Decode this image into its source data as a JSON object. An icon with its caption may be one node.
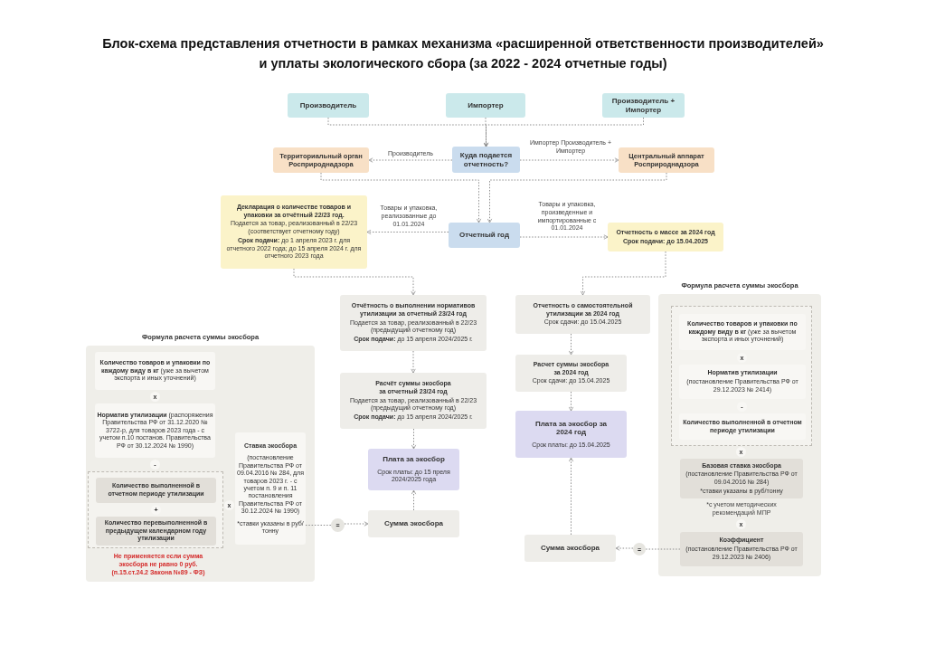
{
  "diagram": {
    "title": "Блок-схема представления отчетности в рамках механизма «расширенной ответственности производителей» и уплаты экологического сбора (за 2022 - 2024 отчетные годы)",
    "nodes": [
      {
        "text": [
          "Производитель"
        ]
      },
      {
        "text": [
          "Импортер"
        ]
      },
      {
        "text": [
          "Производитель + Импортер"
        ]
      },
      {
        "text": [
          "Территориальный орган Росприроднадзора"
        ]
      },
      {
        "text": [
          "Куда подается отчетность?"
        ]
      },
      {
        "text": [
          "Центральный аппарат Росприроднадзора"
        ]
      },
      {
        "text": [
          "Декларация о количестве товаров и упаковки за отчётный 22/23 год.",
          "Подается за товар, реализованный в 22/23 (соответствует отчетному году)",
          "**Срок подачи:** до 1 апреля 2023 г. для отчетного 2022 года; до 15 апреля 2024 г. для отчетного 2023 года"
        ]
      },
      {
        "text": [
          "Отчетный год"
        ]
      },
      {
        "text": [
          "Отчетность о массе за 2024 год",
          "Срок подачи: до 15.04.2025"
        ]
      },
      {
        "text": [
          "Отчётность о выполнении нормативов утилизации за отчетный 23/24 год",
          "Подается за товар, реализованный в 22/23 (предыдущий отчетному год)",
          "**Срок подачи:** до 15 апреля 2024/2025 г."
        ]
      },
      {
        "text": [
          "Отчетность о самостоятельной утилизации за 2024 год",
          "Срок сдачи: до 15.04.2025"
        ]
      },
      {
        "text": [
          "Расчёт суммы экосбора за отчетный 23/24 год",
          "Подается за товар, реализованный в 22/23 (предыдущий отчетному год)",
          "**Срок подачи:** до 15 апреля 2024/2025 г."
        ]
      },
      {
        "text": [
          "Расчет суммы экосбора за 2024 год",
          "Срок сдачи: до 15.04.2025"
        ]
      },
      {
        "text": [
          "Плата за экосбор",
          "Срок платы: до 15 преля 2024/2025 года"
        ]
      },
      {
        "text": [
          "Плата за экосбор за 2024 год",
          "Срок платы: до 15.04.2025"
        ]
      },
      {
        "text": [
          "Сумма экосбора"
        ]
      },
      {
        "text": [
          "Сумма экосбора"
        ]
      },
      {
        "text": [
          "Формула расчета суммы экосбора"
        ]
      },
      {
        "text": [
          "**Количество товаров и упаковки по каждому виду в кг** (уже за вычетом экспорта и иных уточнений)"
        ],
        "in": 17
      },
      {
        "text": [
          "x"
        ],
        "in": 17
      },
      {
        "text": [
          "**Норматив утилизации** (распоряжения Правительства РФ от 31.12.2020 № 3722-р, для товаров 2023 года - с учетом п.10 постанов. Правительства РФ от 30.12.2024 № 1990)"
        ],
        "in": 17
      },
      {
        "text": [
          "-"
        ],
        "in": 17
      },
      {
        "text": [],
        "shape": "box",
        "in": 17
      },
      {
        "text": [
          "Количество выполненной в отчетном периоде утилизации"
        ],
        "in": 22
      },
      {
        "text": [
          "+"
        ],
        "in": 22
      },
      {
        "text": [
          "Количество перевыполненной в предыдущем календарном году утилизации"
        ],
        "in": 22
      },
      {
        "text": [
          "x"
        ],
        "in": 17
      },
      {
        "text": [
          "Ставка экосбора",
          "(постановление Правительства РФ от 09.04.2016 № 284, для товаров 2023 г. - с учетом п. 9 и п. 11 постановления Правительства РФ от 30.12.2024 № 1990)",
          "*ставки указаны в руб/тонну"
        ],
        "in": 17
      },
      {
        "text": [
          "="
        ]
      },
      {
        "text": [
          "Формула расчета суммы экосбора"
        ]
      },
      {
        "text": [],
        "shape": "box",
        "in": 29
      },
      {
        "text": [
          "**Количество товаров и упаковки по каждому виду в кг** (уже за вычетом экспорта и иных уточнений)"
        ],
        "in": 30
      },
      {
        "text": [
          "x"
        ],
        "in": 30
      },
      {
        "text": [
          "Норматив утилизации",
          "(постановление Правительства РФ от 29.12.2023 № 2414)"
        ],
        "in": 30
      },
      {
        "text": [
          "-"
        ],
        "in": 30
      },
      {
        "text": [
          "Количество выполненной в отчетном периоде утилизации"
        ],
        "in": 30
      },
      {
        "text": [
          "x"
        ],
        "in": 29
      },
      {
        "text": [
          "Базовая ставка экосбора",
          "(постановление Правительства РФ от 09.04.2016 № 284)",
          "*ставки указаны в руб/тонну"
        ],
        "in": 29
      },
      {
        "text": [
          "x"
        ],
        "in": 29
      },
      {
        "text": [
          "Коэффициент",
          "(постановление Правительства РФ от 29.12.2023 № 2406)"
        ],
        "in": 29
      },
      {
        "text": [
          "="
        ]
      }
    ],
    "edges": [
      {
        "from": 0,
        "to": 4,
        "arrow": "to"
      },
      {
        "from": 1,
        "to": 4,
        "arrow": "to"
      },
      {
        "from": 2,
        "to": 4,
        "arrow": "to"
      },
      {
        "from": 4,
        "to": 3,
        "arrow": "to",
        "label": "Производитель"
      },
      {
        "from": 4,
        "to": 5,
        "arrow": "to",
        "label": "Импортер Производитель + Импортер"
      },
      {
        "from": 3,
        "to": 7,
        "arrow": "to"
      },
      {
        "from": 5,
        "to": 7,
        "arrow": "to"
      },
      {
        "from": 7,
        "to": 6,
        "arrow": "to",
        "label": "Товары и упаковка, реализованные до 01.01.2024"
      },
      {
        "from": 7,
        "to": 8,
        "arrow": "to",
        "label": "Товары и упаковка, произведенные и импортированные с 01.01.2024"
      },
      {
        "from": 6,
        "to": 9,
        "arrow": "to"
      },
      {
        "from": 8,
        "to": 10,
        "arrow": "to"
      },
      {
        "from": 9,
        "to": 11,
        "arrow": "to"
      },
      {
        "from": 11,
        "to": 13,
        "arrow": "to"
      },
      {
        "from": 15,
        "to": 13,
        "arrow": "to"
      },
      {
        "from": 10,
        "to": 12,
        "arrow": "to"
      },
      {
        "from": 12,
        "to": 14,
        "arrow": "to"
      },
      {
        "from": 16,
        "to": 14,
        "arrow": "to"
      },
      {
        "from": 27,
        "to": 28,
        "arrow": "none"
      },
      {
        "from": 28,
        "to": 15,
        "arrow": "to"
      },
      {
        "from": 39,
        "to": 40,
        "arrow": "none"
      },
      {
        "from": 40,
        "to": 16,
        "arrow": "to"
      }
    ],
    "labels": [
      "Не применяется если сумма экосбора не равно 0 руб. (п.15.ст.24.2 Закона №89 - ФЗ)",
      "*с учетом методических рекомендаций МПР"
    ]
  }
}
